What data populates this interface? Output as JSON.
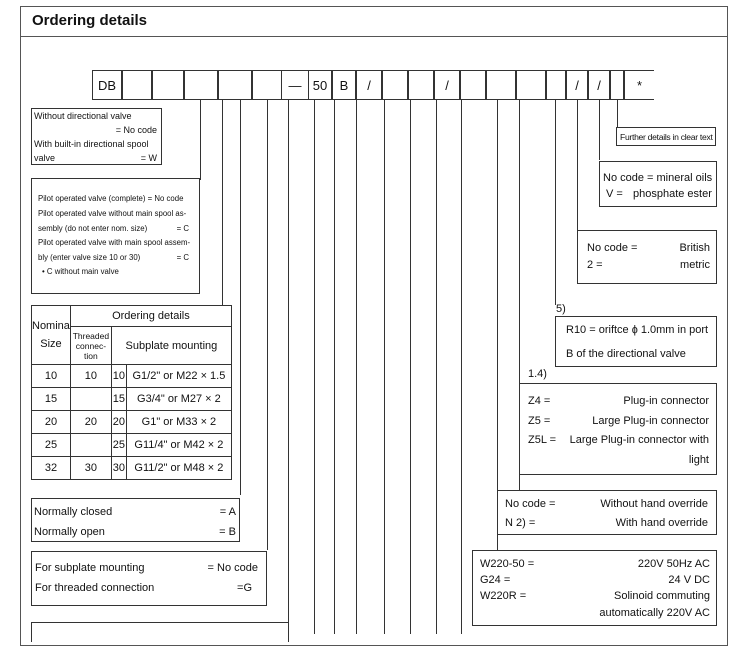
{
  "header": {
    "title": "Ordering details"
  },
  "code": {
    "c0": "DB",
    "dash": "—",
    "c50": "50",
    "cB": "B",
    "slash": "/",
    "star": "*"
  },
  "further": "Further details in clear text",
  "seals": {
    "l1": "No code = mineral oils",
    "l2k": "V =",
    "l2v": "phosphate ester"
  },
  "thread": {
    "l1k": "No code =",
    "l1v": "British",
    "l2k": "2 =",
    "l2v": "metric"
  },
  "orifice": {
    "sup": "5)",
    "l1": "R10 =  oriftce ɸ 1.0mm in port",
    "l2": "B of the directional valve"
  },
  "electrical": {
    "sup": "1.4)",
    "rows": [
      {
        "k": "Z4 =",
        "v": "Plug-in connector"
      },
      {
        "k": "Z5 =",
        "v": "Large Plug-in connector"
      },
      {
        "k": "Z5L =",
        "v": "Large Plug-in connector with"
      }
    ],
    "cont": "light"
  },
  "override": {
    "r1k": "No code =",
    "r1v": "Without hand override",
    "r2k": "N 2) =",
    "r2v": "With hand override"
  },
  "voltage": {
    "r1k": "W220-50 =",
    "r1v": "220V 50Hz AC",
    "r2k": "G24 =",
    "r2v": "24 V DC",
    "r3k": "W220R =",
    "r3v": "Solinoid commuting",
    "r4v": "automatically 220V AC"
  },
  "dirvalve": {
    "l1": "Without directional valve",
    "l2": "= No code",
    "l3": "With built-in directional spool",
    "l4k": "valve",
    "l4v": "= W"
  },
  "pilot": {
    "l1": "Pilot operated valve (complete)    = No code",
    "l2": "Pilot operated valve without main spool as-",
    "l3k": "sembly (do not enter nom. size)",
    "l3v": "= C",
    "l4": "Pilot operated valve with main spool assem-",
    "l5k": "bly (enter valve size 10 or 30)",
    "l5v": "= C",
    "l6": "• C  without main valve"
  },
  "table": {
    "h_nominal": "Nomina",
    "h_size": "Size",
    "h_ordering": "Ordering details",
    "h_threaded": "Threaded connec- tion",
    "h_subplate": "Subplate    mounting",
    "rows": [
      {
        "size": "10",
        "threaded": "10",
        "sub": "10",
        "spec": "G1/2\" or M22 × 1.5"
      },
      {
        "size": "15",
        "threaded": "",
        "sub": "15",
        "spec": "G3/4\" or M27 × 2"
      },
      {
        "size": "20",
        "threaded": "20",
        "sub": "20",
        "spec": "G1\" or M33 × 2"
      },
      {
        "size": "25",
        "threaded": "",
        "sub": "25",
        "spec": "G11/4\" or M42 × 2"
      },
      {
        "size": "32",
        "threaded": "30",
        "sub": "30",
        "spec": "G11/2\" or M48 × 2"
      }
    ]
  },
  "state": {
    "r1k": "Normally closed",
    "r1v": "= A",
    "r2k": "Normally open",
    "r2v": "= B"
  },
  "connection": {
    "r1k": "For subplate mounting",
    "r1v": "= No code",
    "r2k": "For threaded connection",
    "r2v": "=G"
  }
}
